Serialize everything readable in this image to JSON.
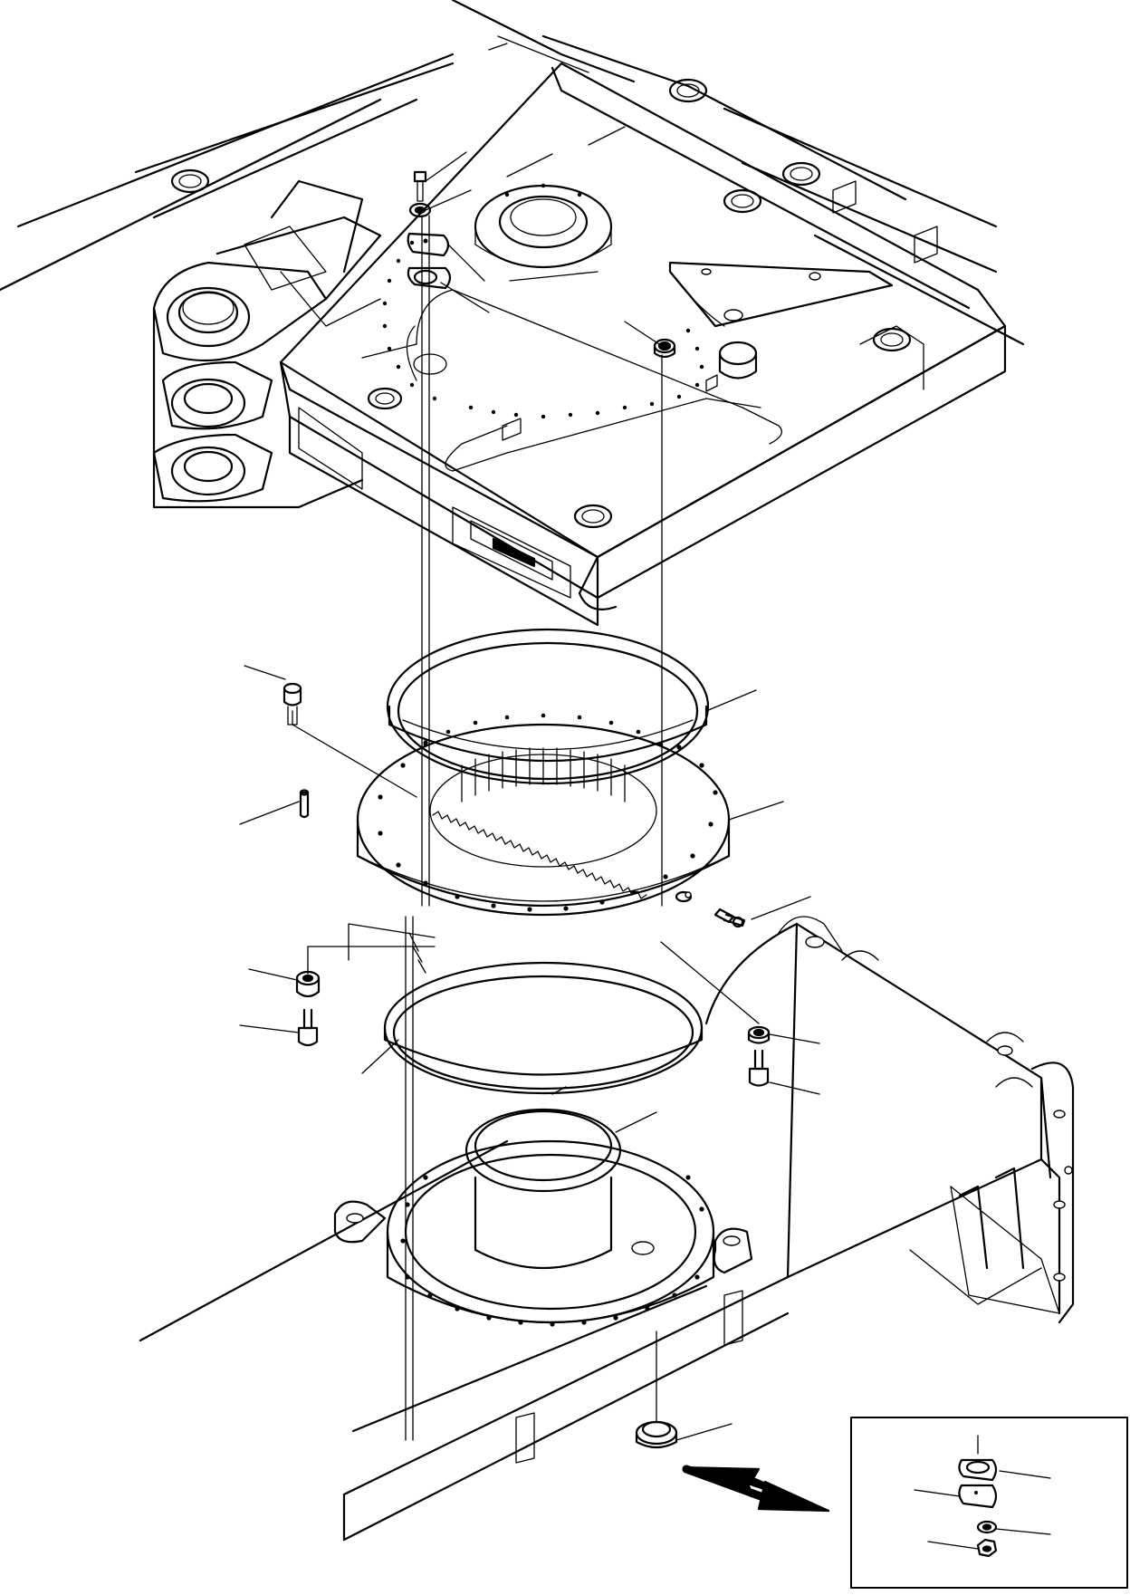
{
  "diagram": {
    "parts": [
      {
        "id": "upper-revolving-frame",
        "icon": "frame-outline"
      },
      {
        "id": "inner-race-seal",
        "icon": "ring-outline"
      },
      {
        "id": "swing-circle",
        "icon": "gear-ring"
      },
      {
        "id": "outer-race-seal",
        "icon": "ring-outline"
      },
      {
        "id": "track-frame-center",
        "icon": "frame-outline"
      },
      {
        "id": "center-swivel-seal",
        "icon": "ring-outline"
      },
      {
        "id": "mounting-bolts",
        "icon": "bolt"
      },
      {
        "id": "grease-fitting",
        "icon": "grease-nipple"
      }
    ],
    "callout_lines": 22,
    "detail_inset": {
      "callout_lines": 4
    },
    "arrow": {
      "direction": "to-inset"
    },
    "colors": {
      "line": "#000000",
      "background": "#ffffff"
    }
  }
}
